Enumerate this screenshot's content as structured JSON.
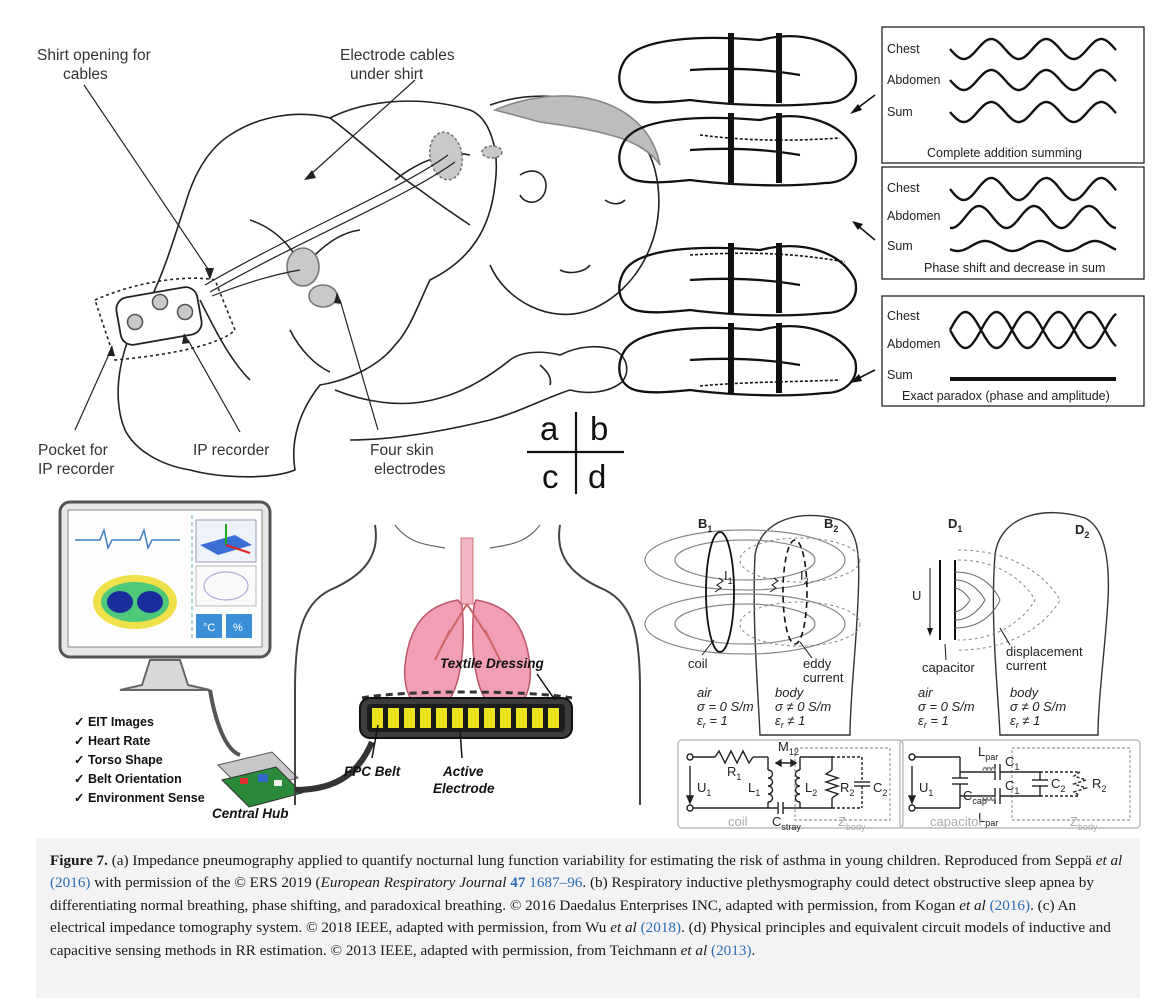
{
  "panel_a": {
    "label_shirt": [
      "Shirt opening for",
      "cables"
    ],
    "label_cables": [
      "Electrode cables",
      "under shirt"
    ],
    "label_pocket": [
      "Pocket for",
      "IP recorder"
    ],
    "label_recorder": "IP recorder",
    "label_electrodes": [
      "Four skin",
      "electrodes"
    ]
  },
  "panel_key": {
    "a": "a",
    "b": "b",
    "c": "c",
    "d": "d"
  },
  "panel_b": {
    "groups": [
      {
        "rows": [
          "Chest",
          "Abdomen",
          "Sum"
        ],
        "caption": "Complete addition summing"
      },
      {
        "rows": [
          "Chest",
          "Abdomen",
          "Sum"
        ],
        "caption": "Phase shift and decrease in sum"
      },
      {
        "rows": [
          "Chest",
          "Abdomen",
          "Sum"
        ],
        "caption": "Exact paradox (phase and amplitude)"
      }
    ]
  },
  "panel_c": {
    "checklist": [
      "EIT Images",
      "Heart Rate",
      "Torso Shape",
      "Belt Orientation",
      "Environment Sense"
    ],
    "check_mark": "✓",
    "label_textile": "Textile Dressing",
    "label_fpc": "FPC Belt",
    "label_active": [
      "Active",
      "Electrode"
    ],
    "label_hub": "Central Hub",
    "temp_unit": "°C",
    "humidity_unit": "%"
  },
  "panel_d": {
    "b1": "B",
    "b1_sub": "1",
    "b2": "B",
    "b2_sub": "2",
    "i1": "I",
    "i1_sub": "1",
    "i2": "I",
    "i2_sub": "2",
    "coil": "coil",
    "eddy": [
      "eddy",
      "current"
    ],
    "air_left": [
      "air",
      "σ = 0 S/m",
      "ε",
      "r",
      " = 1"
    ],
    "body_left": [
      "body",
      "σ ≠ 0 S/m",
      "ε",
      "r",
      " ≠ 1"
    ],
    "d1": "D",
    "d1_sub": "1",
    "d2": "D",
    "d2_sub": "2",
    "u": "U",
    "capacitor": "capacitor",
    "displacement": [
      "displacement",
      "current"
    ],
    "air_right": [
      "air",
      "σ = 0 S/m",
      "ε",
      "r",
      " = 1"
    ],
    "body_right": [
      "body",
      "σ ≠ 0 S/m",
      "ε",
      "r",
      " ≠ 1"
    ],
    "circuit_left": {
      "u1": "U",
      "u1_sub": "1",
      "r1": "R",
      "r1_sub": "1",
      "m12": "M",
      "m12_sub": "12",
      "l1": "L",
      "l1_sub": "1",
      "l2": "L",
      "l2_sub": "2",
      "r2": "R",
      "r2_sub": "2",
      "c2": "C",
      "c2_sub": "2",
      "cstray": "C",
      "cstray_sub": "stray",
      "box_coil": "coil",
      "box_z": "Z",
      "box_z_sub": "body"
    },
    "circuit_right": {
      "u1": "U",
      "u1_sub": "1",
      "ccap": "C",
      "ccap_sub": "cap",
      "lpar_top": "L",
      "lpar_top_sub": "par",
      "c1_top": "C",
      "c1_top_sub": "1",
      "c1_bot": "C",
      "c1_bot_sub": "1",
      "lpar_bot": "L",
      "lpar_bot_sub": "par",
      "c2": "C",
      "c2_sub": "2",
      "r2": "R",
      "r2_sub": "2",
      "box_cap": "capacitor",
      "box_z": "Z",
      "box_z_sub": "body"
    }
  },
  "caption": {
    "fig_label": "Figure 7.",
    "a_text_1": " (a) Impedance pneumography applied to quantify nocturnal lung function variability for estimating the risk of asthma in young children. Reproduced from Seppä ",
    "et_al": "et al",
    "a_year": "(2016)",
    "a_text_2": " with permission of the © ERS 2019 (",
    "a_journal": "European Respiratory Journal",
    "a_vol": "47",
    "a_pages": "1687–96",
    "a_text_3": ". (b) Respiratory inductive plethysmography could detect obstructive sleep apnea by differentiating normal breathing, phase shifting, and paradoxical breathing. © 2016 Daedalus Enterprises INC, adapted with permission, from Kogan ",
    "b_year": "(2016)",
    "b_text_2": ". (c) An electrical impedance tomography system. © 2018 IEEE, adapted with permission, from Wu ",
    "c_year": "(2018)",
    "c_text_2": ". (d) Physical principles and equivalent circuit models of inductive and capacitive sensing methods in RR estimation. © 2013 IEEE, adapted with permission, from Teichmann ",
    "d_year": "(2013)",
    "d_text_2": "."
  }
}
